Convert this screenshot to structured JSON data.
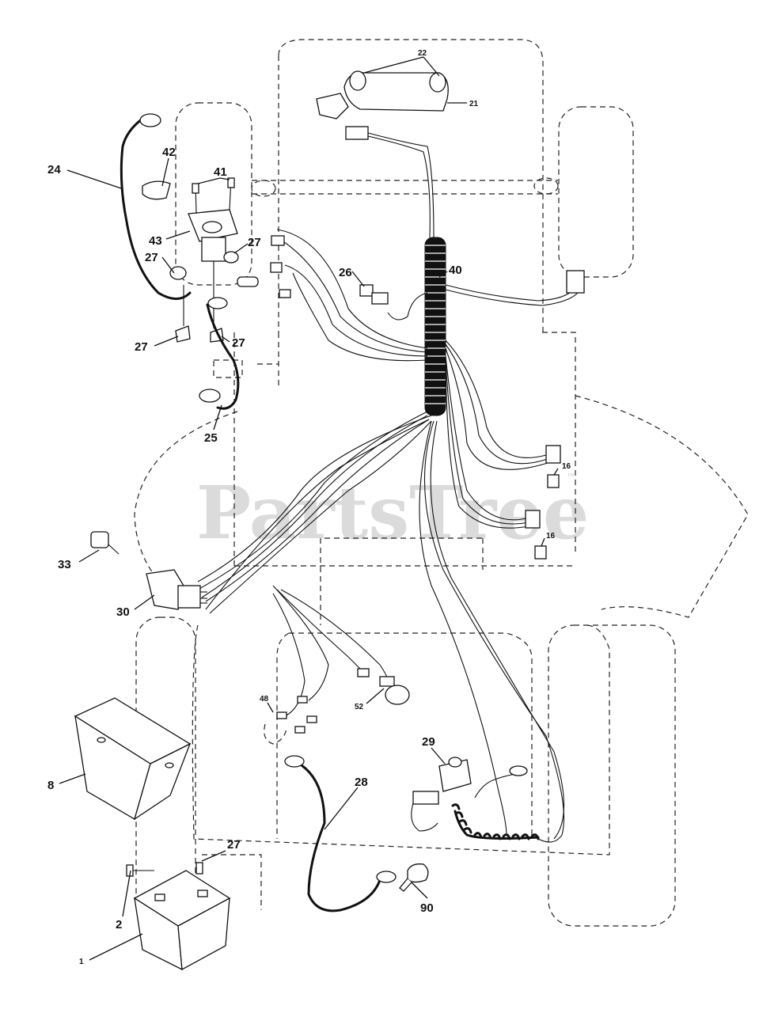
{
  "watermark": {
    "text": "PartsTree",
    "trademark": "™"
  },
  "callouts": {
    "c22": "22",
    "c21": "21",
    "c42": "42",
    "c41": "41",
    "c24": "24",
    "c43": "43",
    "c27a": "27",
    "c27b": "27",
    "c27c": "27",
    "c27d": "27",
    "c27e": "27",
    "c26": "26",
    "c40": "40",
    "c25": "25",
    "c16a": "16",
    "c16b": "16",
    "c33": "33",
    "c30": "30",
    "c48": "48",
    "c52": "52",
    "c29": "29",
    "c8": "8",
    "c28": "28",
    "c2": "2",
    "c90": "90",
    "c1": "1"
  }
}
